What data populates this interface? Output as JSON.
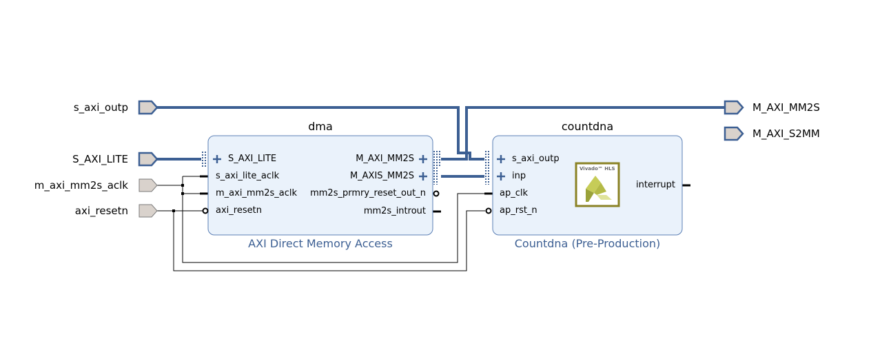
{
  "external_ports": {
    "s_axi_outp": "s_axi_outp",
    "S_AXI_LITE": "S_AXI_LITE",
    "m_axi_mm2s_aclk": "m_axi_mm2s_aclk",
    "axi_resetn": "axi_resetn",
    "M_AXI_MM2S": "M_AXI_MM2S",
    "M_AXI_S2MM": "M_AXI_S2MM"
  },
  "dma": {
    "instance_name": "dma",
    "ip_name": "AXI Direct Memory Access",
    "inputs": [
      "S_AXI_LITE",
      "s_axi_lite_aclk",
      "m_axi_mm2s_aclk",
      "axi_resetn"
    ],
    "outputs": [
      "M_AXI_MM2S",
      "M_AXIS_MM2S",
      "mm2s_prmry_reset_out_n",
      "mm2s_introut"
    ]
  },
  "countdna": {
    "instance_name": "countdna",
    "ip_name": "Countdna (Pre-Production)",
    "inputs": [
      "s_axi_outp",
      "inp",
      "ap_clk",
      "ap_rst_n"
    ],
    "outputs": [
      "interrupt"
    ],
    "logo_text": "Vivado™ HLS"
  },
  "colors": {
    "bus": "#3c5f93",
    "block_fill": "#eaf2fb",
    "block_border": "#5b7fb5",
    "port_fill": "#d9d2cc",
    "wire": "#000000"
  }
}
